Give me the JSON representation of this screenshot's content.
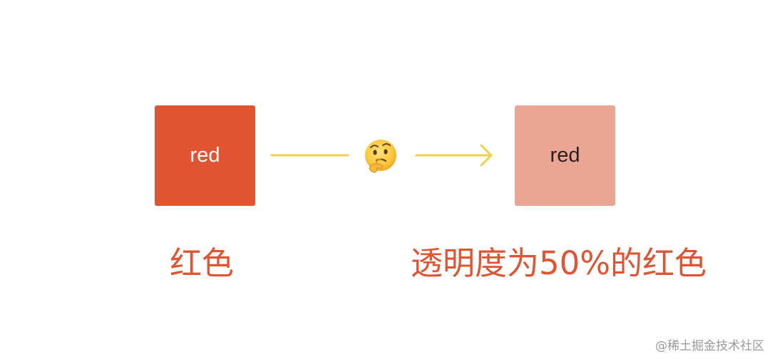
{
  "colors": {
    "red": "#e05432",
    "red_50": "#eba595",
    "arrow": "#f4cf4a",
    "caption": "#e05432",
    "watermark": "#9a9a9a"
  },
  "left_box": {
    "label": "red"
  },
  "right_box": {
    "label": "red"
  },
  "middle": {
    "icon": "thinking-face-emoji"
  },
  "captions": {
    "left": "红色",
    "right": "透明度为50%的红色"
  },
  "watermark": "@稀土掘金技术社区"
}
